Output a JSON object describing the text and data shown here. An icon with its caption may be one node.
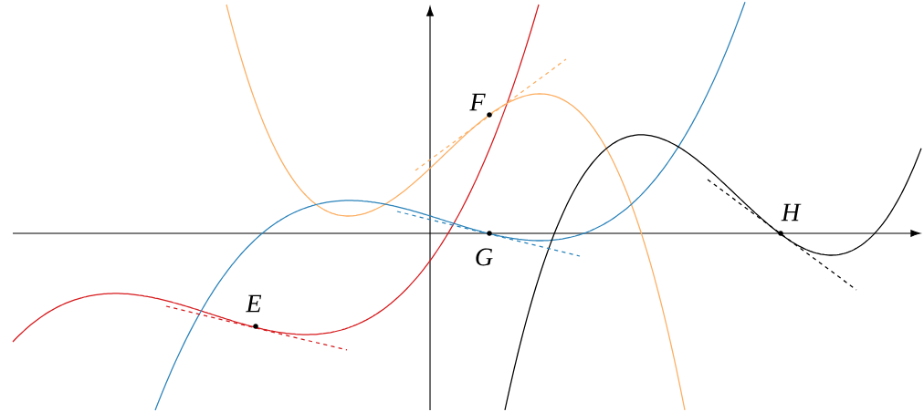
{
  "diagram": {
    "labels": [
      "E",
      "F",
      "G",
      "H"
    ]
  }
}
